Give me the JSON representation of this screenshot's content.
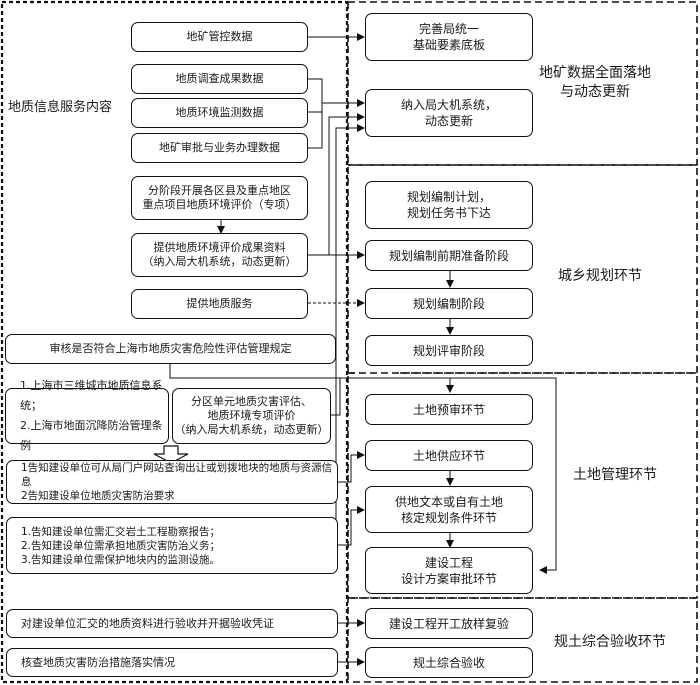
{
  "left_panel": {
    "title": "地质信息服务内容",
    "boxes": {
      "mining_control_data": "地矿管控数据",
      "geo_survey_results": "地质调查成果数据",
      "geo_env_monitoring": "地质环境监测数据",
      "mining_approval_data": "地矿审批与业务办理数据",
      "staged_evaluation": "分阶段开展各区县及重点地区\n重点项目地质环境评价（专项）",
      "provide_eval_results": "提供地质环境评价成果资料\n（纳入局大机系统，动态更新）",
      "provide_geo_service": "提供地质服务",
      "review_compliance": "审核是否符合上海市地质灾害危险性评估管理规定",
      "systems_regulations": "1.上海市三维城市地质信息系统；\n2.上海市地面沉降防治管理条例",
      "zone_hazard_eval": "分区单元地质灾害评估、\n地质环境专项评价\n（纳入局大机系统，动态更新）",
      "notify_portal": "1告知建设单位可从局门户网站查询出让或划拨地块的地质与资源信息\n2告知建设单位地质灾害防治要求",
      "notify_obligations": "1.告知建设单位需汇交岩土工程勘察报告；\n2.告知建设单位需承担地质灾害防治义务；\n3.告知建设单位需保护地块内的监测设施。",
      "accept_geo_data": "对建设单位汇交的地质资料进行验收并开据验收凭证",
      "verify_measures": "核查地质灾害防治措施落实情况"
    }
  },
  "sections": [
    {
      "title": "地矿数据全面落地\n与动态更新",
      "boxes": [
        "完善局统一\n基础要素底板",
        "纳入局大机系统，\n动态更新"
      ]
    },
    {
      "title": "城乡规划环节",
      "boxes": [
        "规划编制计划，\n规划任务书下达",
        "规划编制前期准备阶段",
        "规划编制阶段",
        "规划评审阶段"
      ]
    },
    {
      "title": "土地管理环节",
      "boxes": [
        "土地预审环节",
        "土地供应环节",
        "供地文本或自有土地\n核定规划条件环节",
        "建设工程\n设计方案审批环节"
      ]
    },
    {
      "title": "规土综合验收环节",
      "boxes": [
        "建设工程开工放样复验",
        "规土综合验收"
      ]
    }
  ],
  "colors": {
    "line": "#111111",
    "background": "#ffffff"
  }
}
